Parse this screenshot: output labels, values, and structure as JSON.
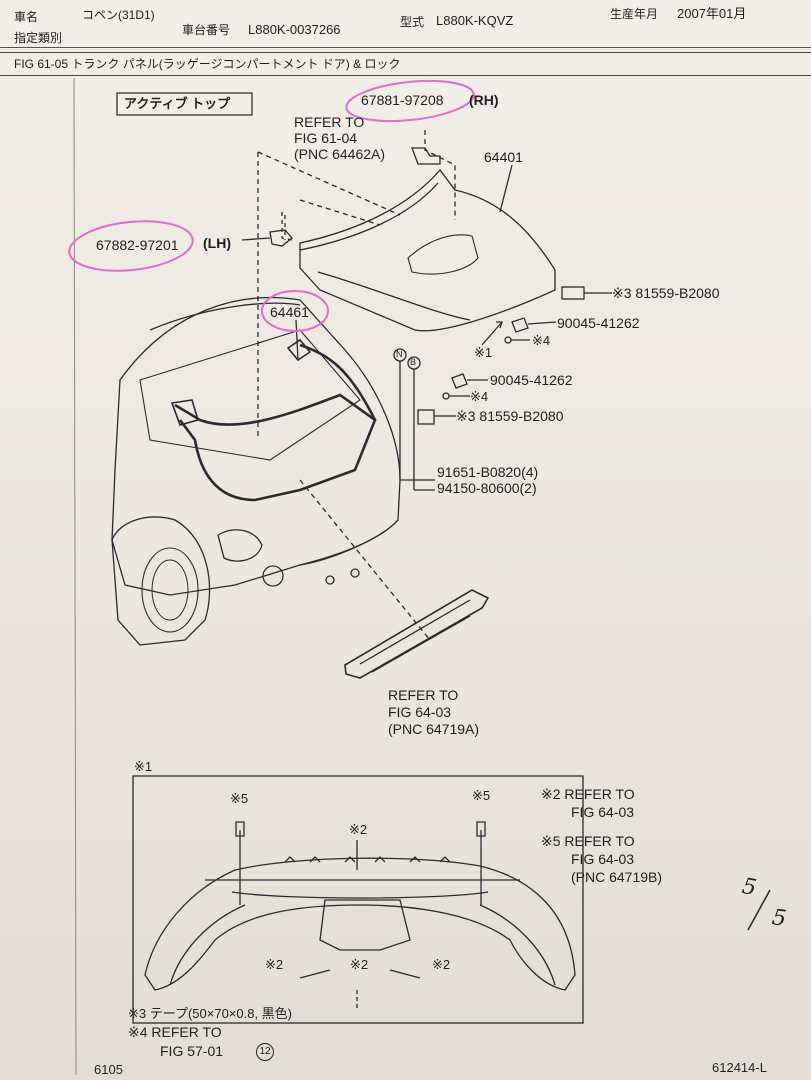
{
  "header": {
    "car_name_label": "車名",
    "car_name_value": "コペン(31D1)",
    "designation_label": "指定類別",
    "chassis_label": "車台番号",
    "chassis_value": "L880K-0037266",
    "model_label": "型式",
    "model_value": "L880K-KQVZ",
    "production_label": "生産年月",
    "production_value": "2007年01月",
    "fig_title": "FIG 61-05 トランク パネル(ラッゲージコンパートメント ドア) & ロック"
  },
  "diagram": {
    "active_top_label": "アクティブ トップ",
    "part_rh_number": "67881-97208",
    "part_rh_side": "(RH)",
    "part_lh_number": "67882-97201",
    "part_lh_side": "(LH)",
    "refer_fig_61_04": [
      "REFER TO",
      "FIG 61-04",
      "(PNC 64462A)"
    ],
    "pnc_64401": "64401",
    "pnc_64461": "64461",
    "tape_part_top": "※3 81559-B2080",
    "bolt_top": "90045-41262",
    "note_4_top": "※4",
    "note_1": "※1",
    "circle_n": "N",
    "circle_b": "B",
    "bolt_mid": "90045-41262",
    "note_4_mid": "※4",
    "tape_part_mid": "※3 81559-B2080",
    "bolt_91651": "91651-B0820(4)",
    "bolt_94150": "94150-80600(2)",
    "refer_fig_64_03": [
      "REFER TO",
      "FIG 64-03",
      "(PNC 64719A)"
    ]
  },
  "detail": {
    "title": "※1",
    "note5_left": "※5",
    "note5_right": "※5",
    "note2_top": "※2",
    "note2_b1": "※2",
    "note2_b2": "※2",
    "note2_b3": "※2",
    "ref2": [
      "※2 REFER TO",
      "FIG 64-03"
    ],
    "ref5": [
      "※5 REFER TO",
      "FIG 64-03",
      "(PNC 64719B)"
    ]
  },
  "footer_notes": {
    "note3": "※3 テープ(50×70×0.8, 黒色)",
    "note4": [
      "※4 REFER TO",
      "FIG 57-01"
    ],
    "note4_circle": "12",
    "page_left": "6105",
    "page_right": "612414-L"
  },
  "handwritten": {
    "page_fraction_top": "5",
    "page_fraction_bottom": "5"
  },
  "colors": {
    "highlight": "#e46ad0",
    "ink": "#1e1e24",
    "paper": "#eeeae2"
  }
}
